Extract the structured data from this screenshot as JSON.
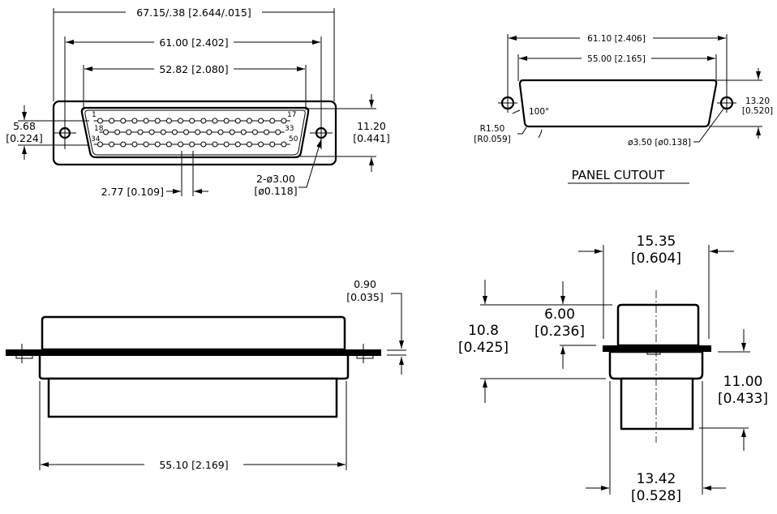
{
  "drawing": {
    "subject": "D-Sub 50-pin connector (DD50) mechanical drawing",
    "front_view": {
      "overall_width": "67.15/.38 [2.644/.015]",
      "mounting_hole_spacing": "61.00 [2.402]",
      "shell_width": "52.82 [2.080]",
      "shell_height_left": [
        "5.68",
        "[0.224]"
      ],
      "flange_height": [
        "11.20",
        "[0.441]"
      ],
      "pin_pitch": "2.77 [0.109]",
      "mounting_holes": [
        "2-ø3.00",
        "[ø0.118]"
      ],
      "pin_labels": {
        "row1_start": "1",
        "row1_end": "17",
        "row2_start": "18",
        "row2_end": "33",
        "row3_start": "34",
        "row3_end": "50"
      },
      "pin_rows": [
        17,
        16,
        17
      ]
    },
    "panel_cutout": {
      "title": "PANEL CUTOUT",
      "hole_spacing": "61.10 [2.406]",
      "cutout_width": "55.00 [2.165]",
      "cutout_height": [
        "13.20",
        "[0.520]"
      ],
      "angle": "100°",
      "corner_radius": [
        "R1.50",
        "[R0.059]"
      ],
      "hole_diameter": "ø3.50 [ø0.138]"
    },
    "side_view": {
      "flange_thickness": [
        "0.90",
        "[0.035]"
      ],
      "body_width": "55.10 [2.169]"
    },
    "end_view": {
      "flange_width": [
        "15.35",
        "[0.604]"
      ],
      "shell_height": [
        "10.8",
        "[0.425]"
      ],
      "shell_depth": [
        "6.00",
        "[0.236]"
      ],
      "rear_height": [
        "11.00",
        "[0.433]"
      ],
      "rear_width": [
        "13.42",
        "[0.528]"
      ]
    }
  }
}
